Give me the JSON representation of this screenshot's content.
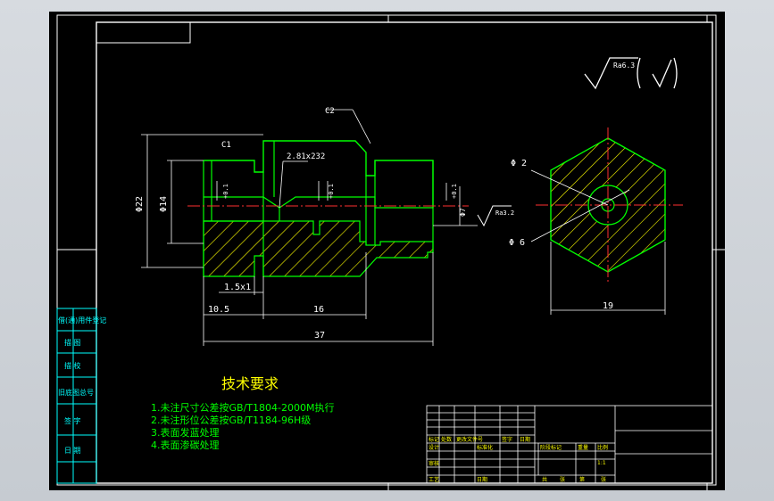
{
  "drawing": {
    "roughness_global": "Ra6.3",
    "roughness_local": "Ra3.2",
    "chamfer_c1": "C1",
    "chamfer_c2": "C2",
    "thread_undercut": "2.81x232",
    "dims": {
      "dia_22": "Φ22",
      "dia_14": "Φ14",
      "dia_2": "Φ 2",
      "dia_6": "Φ 6",
      "undercut": "1.5x1",
      "len_10_5": "10.5",
      "len_16": "16",
      "len_37": "37",
      "width_19": "19",
      "tol_left": "+0.1",
      "tol_mid": "+0.1",
      "tol_right": "+0.1",
      "dia_right": "Φ7"
    },
    "tech_title": "技术要求",
    "tech_notes": [
      "1.未注尺寸公差按GB/T1804-2000M执行",
      "2.未注形位公差按GB/T1184-96H级",
      "3.表面发蓝处理",
      "4.表面渗碳处理"
    ],
    "sidebar_labels": [
      "借(通)用件登记",
      "描 图",
      "描 校",
      "旧底图总号",
      "签 字",
      "日 期"
    ],
    "titleblock": {
      "row1": [
        "标记",
        "处数",
        "更改文件号",
        "签字",
        "日期"
      ],
      "row2": [
        "设计",
        "",
        "标准化"
      ],
      "row3": [
        "审核",
        "",
        "工艺",
        "日期"
      ],
      "stage_label": "阶段标记",
      "weight_label": "重量",
      "scale_label": "比例",
      "scale_value": "1:1",
      "sheet_a": "共",
      "sheet_b": "张",
      "sheet_c": "第",
      "sheet_d": "张"
    }
  }
}
